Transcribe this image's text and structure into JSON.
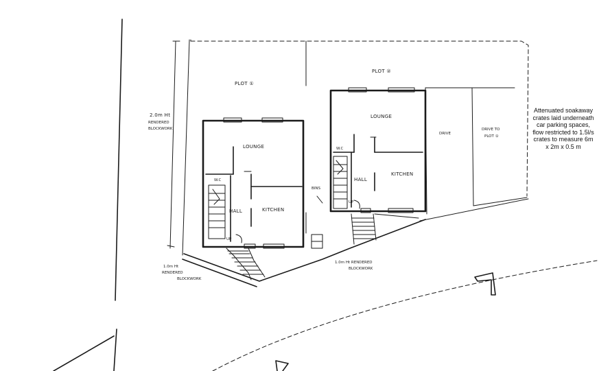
{
  "labels": {
    "plot1": "PLOT ①",
    "plot2": "PLOT ②",
    "lounge1": "LOUNGE",
    "lounge2": "LOUNGE",
    "wc1": "W.C",
    "wc2": "W.C",
    "hall1": "HALL",
    "hall2": "HALL",
    "kitchen1": "KITCHEN",
    "kitchen2": "KITCHEN",
    "drive": "DRIVE",
    "drive_plot1_line1": "DRIVE TO",
    "drive_plot1_line2": "PLOT ①",
    "bin": "BINS",
    "up1": "UP",
    "up2": "UP",
    "boundary_left_line1": "2.0m Ht",
    "boundary_left_line2": "RENDERED",
    "boundary_left_line3": "BLOCKWORK",
    "boundary_front_line1": "1.0m Ht",
    "boundary_front_line2": "RENDERED",
    "boundary_front_line3": "BLOCKWORK",
    "boundary_mid_line1": "1.0m Ht RENDERED",
    "boundary_mid_line2": "BLOCKWORK"
  },
  "note": {
    "lines": [
      "Attenuated soakaway",
      "crates laid underneath",
      "car parking spaces,",
      "flow restricted to 1.5l/s",
      "crates to measure 6m",
      "x 2m x 0.5 m"
    ]
  },
  "colors": {
    "ink": "#1a1a1a",
    "paper": "#ffffff"
  }
}
